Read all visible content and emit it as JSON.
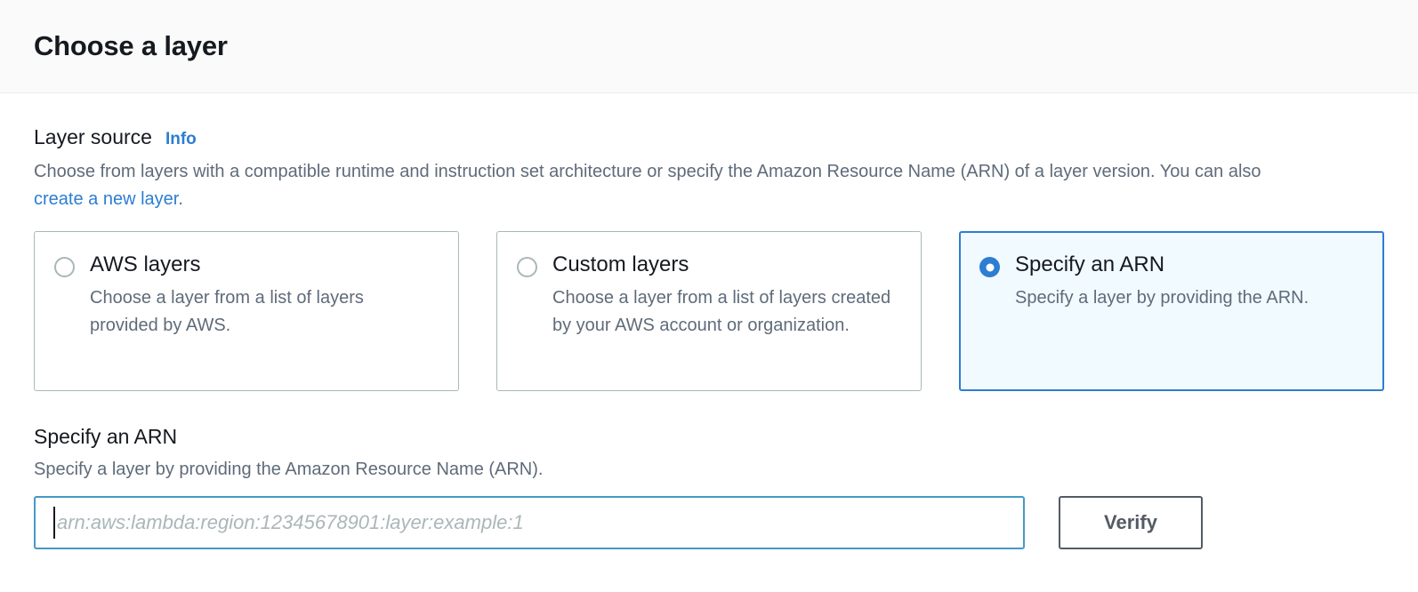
{
  "header": {
    "title": "Choose a layer"
  },
  "layer_source": {
    "label": "Layer source",
    "info_label": "Info",
    "description_part1": "Choose from layers with a compatible runtime and instruction set architecture or specify the Amazon Resource Name (ARN) of a layer version. You can also ",
    "description_link": "create a new layer",
    "description_part2": ".",
    "options": [
      {
        "title": "AWS layers",
        "description": "Choose a layer from a list of layers provided by AWS.",
        "selected": false
      },
      {
        "title": "Custom layers",
        "description": "Choose a layer from a list of layers created by your AWS account or organization.",
        "selected": false
      },
      {
        "title": "Specify an ARN",
        "description": "Specify a layer by providing the ARN.",
        "selected": true
      }
    ]
  },
  "arn_section": {
    "heading": "Specify an ARN",
    "subtext": "Specify a layer by providing the Amazon Resource Name (ARN).",
    "input_placeholder": "arn:aws:lambda:region:12345678901:layer:example:1",
    "input_value": "",
    "verify_label": "Verify"
  },
  "colors": {
    "accent_blue": "#2d7dd2",
    "selected_card_bg": "#f1faff",
    "focus_border": "#4599c4",
    "button_border": "#545b64",
    "text_primary": "#16191f",
    "text_secondary": "#5f6b7a",
    "card_border": "#aab7b8",
    "header_bg": "#fafafa"
  }
}
